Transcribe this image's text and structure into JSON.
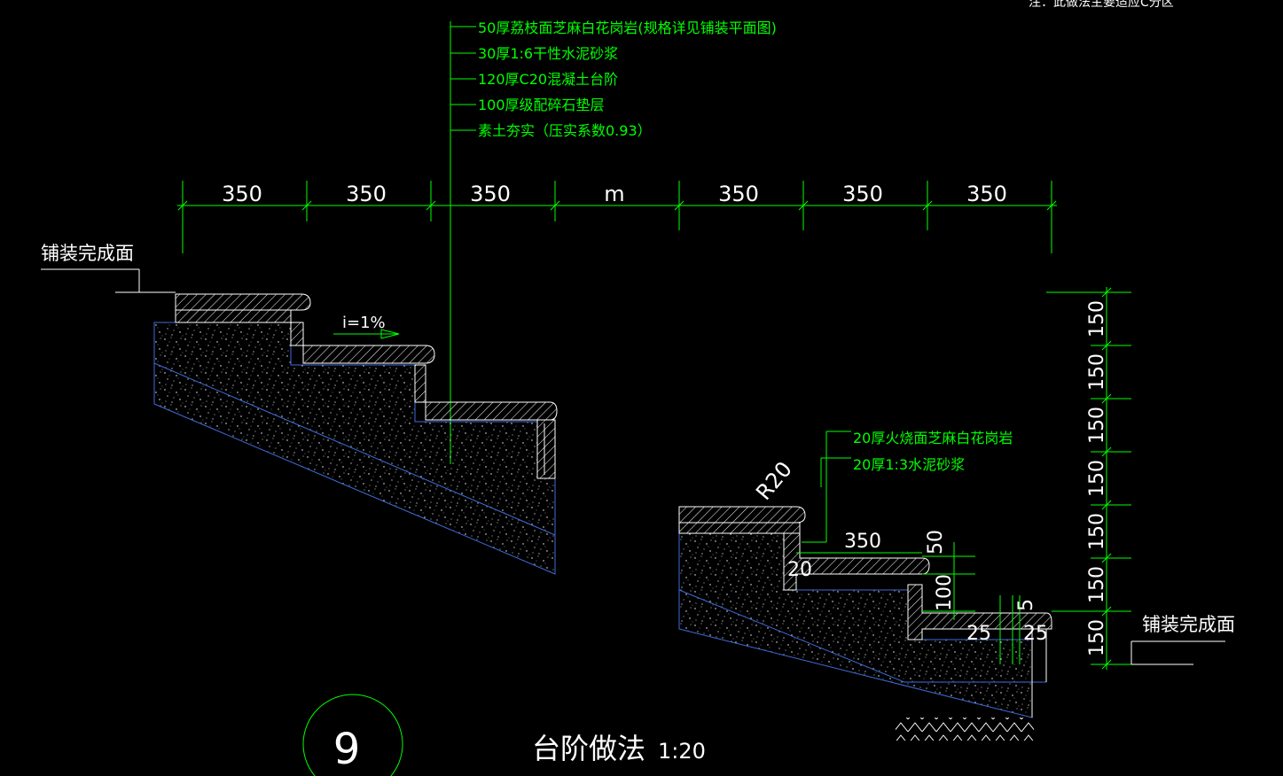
{
  "top_note": "注：此做法主要适应C分区",
  "layers_left": [
    "50厚荔枝面芝麻白花岗岩(规格详见铺装平面图)",
    "30厚1:6干性水泥砂浆",
    "120厚C20混凝土台阶",
    "100厚级配碎石垫层",
    "素土夯实（压实系数0.93）"
  ],
  "layers_right": [
    "20厚火烧面芝麻白花岗岩",
    "20厚1:3水泥砂浆"
  ],
  "top_dims": [
    "350",
    "350",
    "350",
    "m",
    "350",
    "350",
    "350"
  ],
  "right_dims": [
    "150",
    "150",
    "150",
    "150",
    "150",
    "150",
    "150"
  ],
  "finish_left": "铺装完成面",
  "finish_right": "铺装完成面",
  "slope": "i=1%",
  "radius": "R20",
  "detail_dims": {
    "d350": "350",
    "d50": "50",
    "d20": "20",
    "d100": "100",
    "d5": "5",
    "d25a": "25",
    "d25b": "25"
  },
  "title_number": "9",
  "title": "台阶做法",
  "scale": "1:20",
  "colors": {
    "background": "#000000",
    "green": "#00ff00",
    "white": "#ffffff",
    "blue": "#3f6bd8"
  }
}
